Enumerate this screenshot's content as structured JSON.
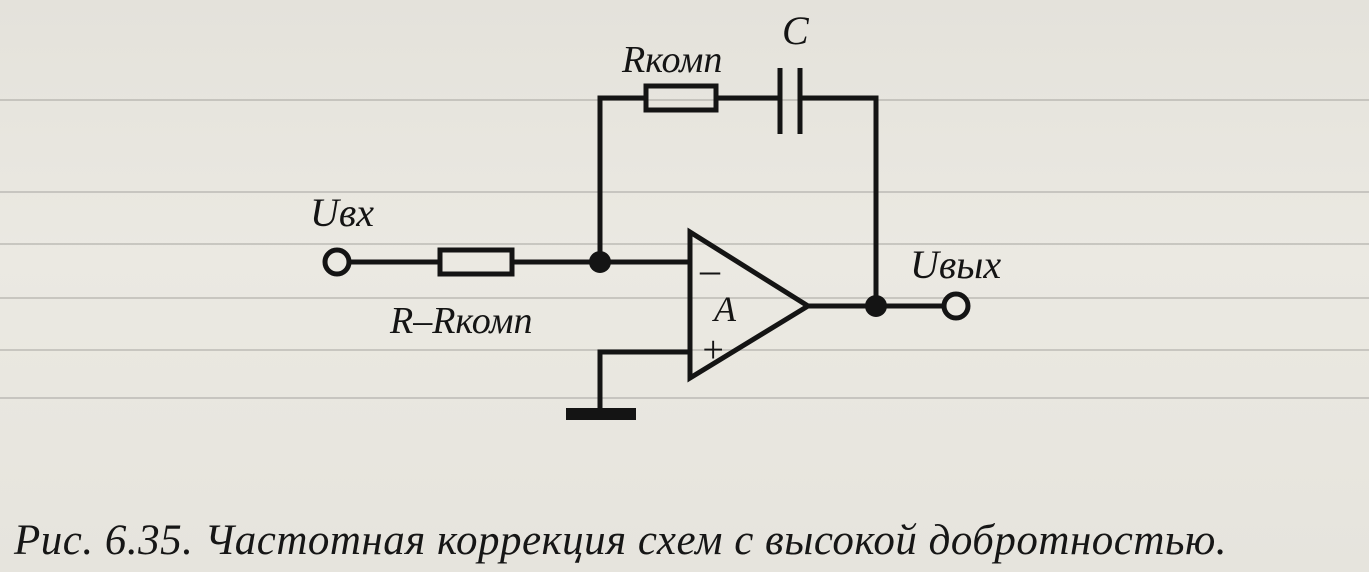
{
  "labels": {
    "capacitor": "C",
    "r_feedback": "Rкомп",
    "input": "Uвх",
    "output": "Uвых",
    "r_input": "R–Rкомп",
    "amp": "A",
    "minus": "–",
    "plus": "+"
  },
  "caption": "Рис. 6.35. Частотная коррекция схем с высокой добротностью."
}
